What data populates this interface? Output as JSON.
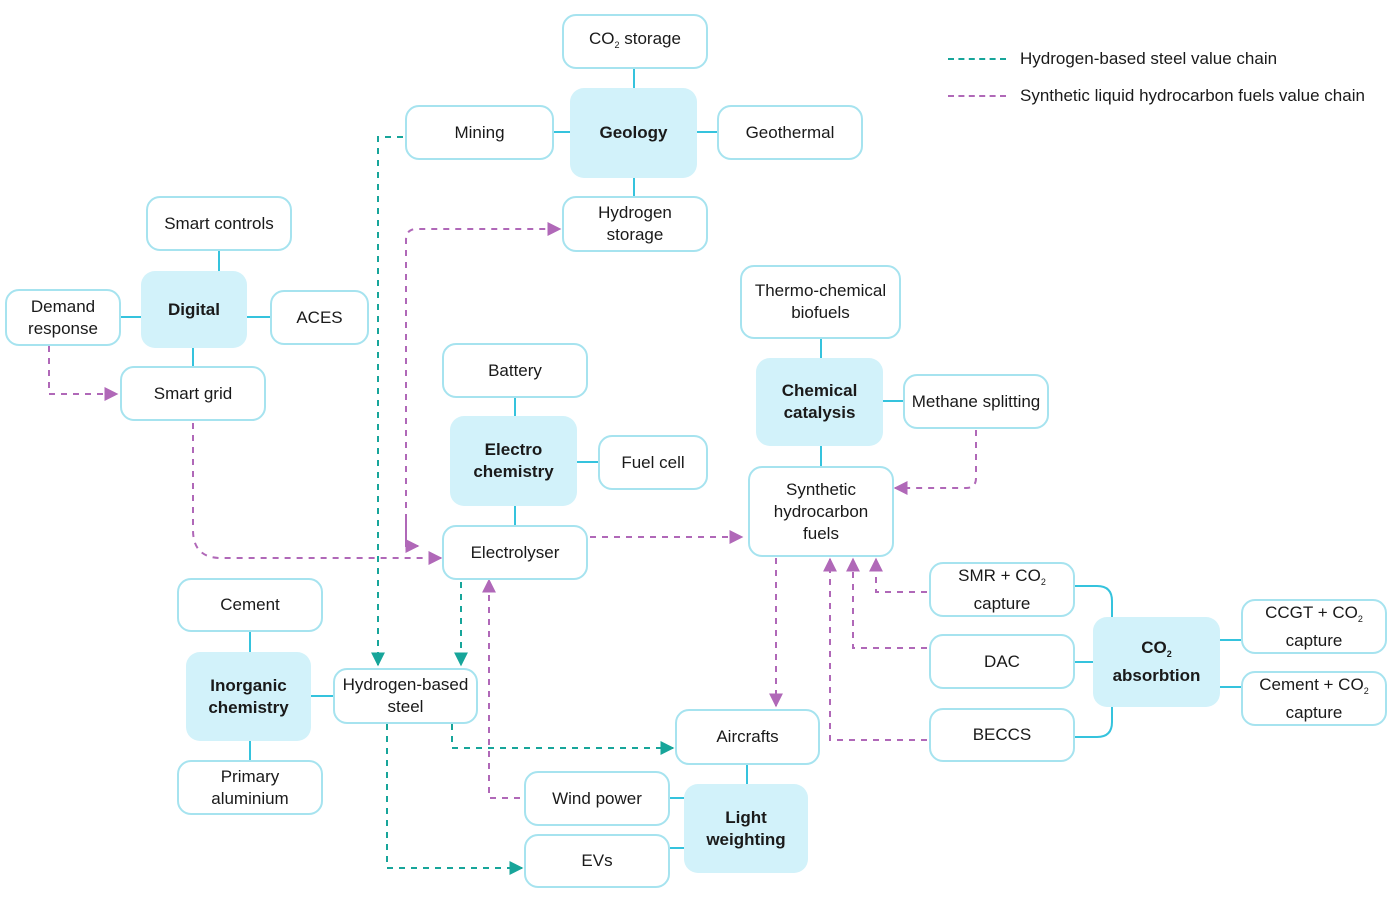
{
  "colors": {
    "steel": "#17a59a",
    "fuels": "#b068b8",
    "box_border": "#a6e3ef",
    "hub_fill": "#d2f2fa",
    "link": "#35c3dd"
  },
  "legend": {
    "steel": "Hydrogen-based steel value chain",
    "fuels": "Synthetic liquid hydrocarbon fuels value chain"
  },
  "hubs": {
    "geology": "Geology",
    "digital": "Digital",
    "electrochemistry": "Electro\nchemistry",
    "chemical_catalysis": "Chemical\ncatalysis",
    "inorganic_chemistry": "Inorganic\nchemistry",
    "light_weighting": "Light\nweighting",
    "co2_absorption": {
      "pre": "CO",
      "sub": "2",
      "post": "\nabsorbtion"
    }
  },
  "nodes": {
    "co2_storage": {
      "pre": "CO",
      "sub": "2",
      "post": " storage"
    },
    "mining": "Mining",
    "geothermal": "Geothermal",
    "hydrogen_storage": "Hydrogen\nstorage",
    "smart_controls": "Smart controls",
    "demand_response": "Demand\nresponse",
    "aces": "ACES",
    "smart_grid": "Smart grid",
    "battery": "Battery",
    "fuel_cell": "Fuel cell",
    "electrolyser": "Electrolyser",
    "thermo_chemical_biofuels": "Thermo-chemical\nbiofuels",
    "methane_splitting": "Methane splitting",
    "synthetic_fuels": "Synthetic\nhydrocarbon\nfuels",
    "cement": "Cement",
    "hydrogen_steel": "Hydrogen-based\nsteel",
    "primary_aluminium": "Primary\naluminium",
    "aircrafts": "Aircrafts",
    "wind_power": "Wind power",
    "evs": "EVs",
    "smr_co2": {
      "pre": "SMR + CO",
      "sub": "2",
      "post": "\ncapture"
    },
    "dac": "DAC",
    "beccs": "BECCS",
    "ccgt_co2": {
      "pre": "CCGT + CO",
      "sub": "2",
      "post": "\ncapture"
    },
    "cement_co2": {
      "pre": "Cement + CO",
      "sub": "2",
      "post": "\ncapture"
    }
  }
}
